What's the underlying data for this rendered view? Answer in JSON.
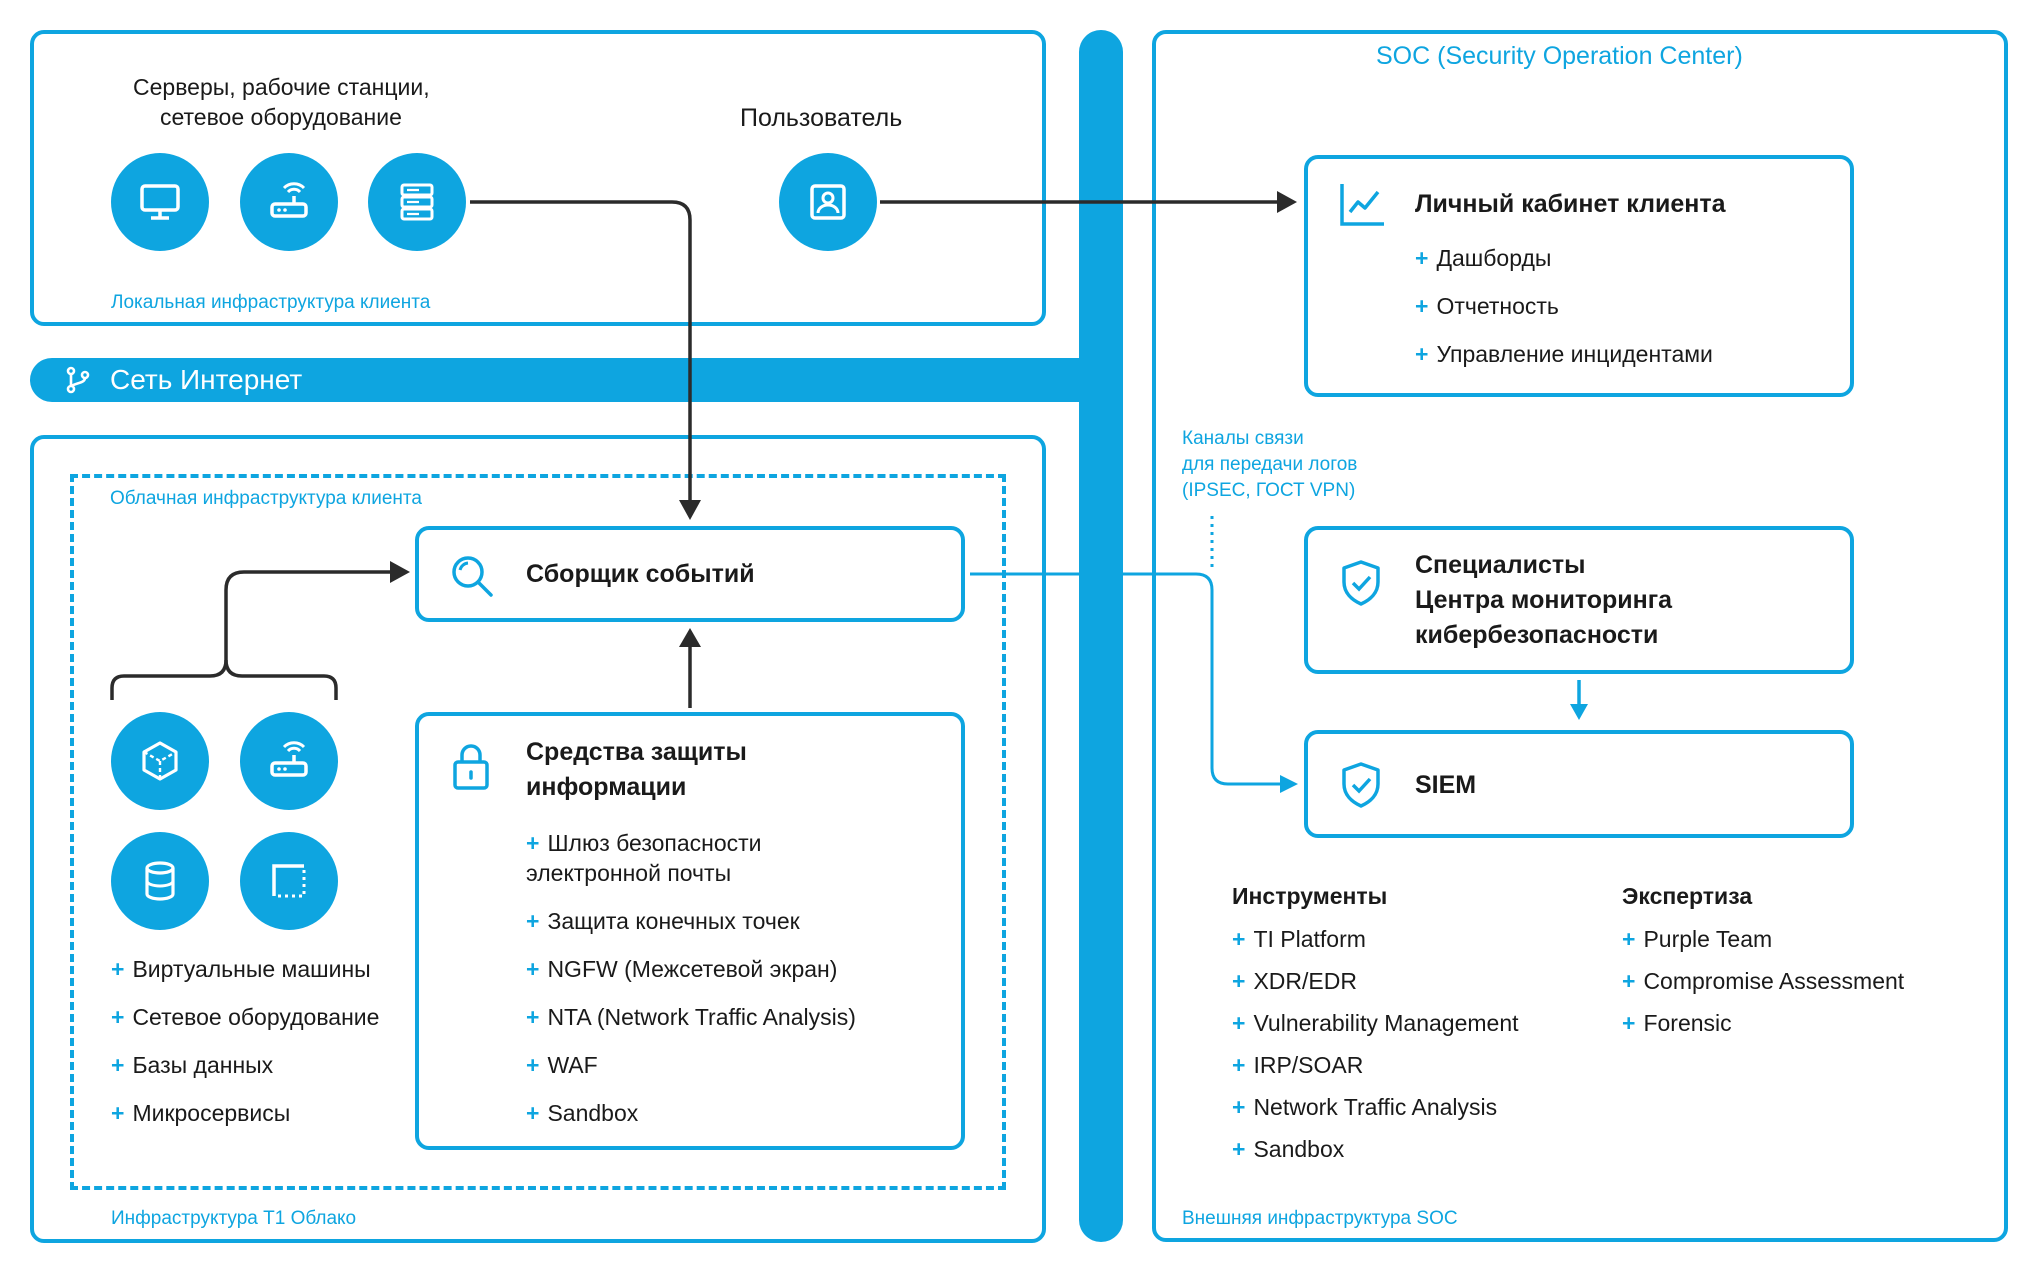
{
  "local_infra": {
    "devices_label_line1": "Серверы, рабочие станции,",
    "devices_label_line2": "сетевое оборудование",
    "user_label": "Пользователь",
    "caption": "Локальная инфраструктура клиента"
  },
  "internet": {
    "label": "Сеть Интернет"
  },
  "t1_cloud": {
    "caption": "Инфраструктура Т1 Облако",
    "client_cloud_caption": "Облачная инфраструктура клиента",
    "collector_title": "Сборщик событий",
    "security_title_line1": "Средства защиты",
    "security_title_line2": "информации",
    "security_items": [
      {
        "line1": "Шлюз безопасности",
        "line2": "электронной почты"
      },
      {
        "line1": "Защита конечных точек"
      },
      {
        "line1": "NGFW (Межсетевой экран)"
      },
      {
        "line1": "NTA (Network Traffic Analysis)"
      },
      {
        "line1": "WAF"
      },
      {
        "line1": "Sandbox"
      }
    ],
    "resource_items": [
      "Виртуальные машины",
      "Сетевое оборудование",
      "Базы данных",
      "Микросервисы"
    ]
  },
  "soc": {
    "title": "SOC (Security Operation Center)",
    "caption": "Внешняя инфраструктура SOC",
    "channels_line1": "Каналы связи",
    "channels_line2": "для передачи логов",
    "channels_line3": "(IPSEC, ГОСТ VPN)",
    "portal_title": "Личный кабинет клиента",
    "portal_items": [
      "Дашборды",
      "Отчетность",
      "Управление инцидентами"
    ],
    "specialists_line1": "Специалисты",
    "specialists_line2": "Центра мониторинга",
    "specialists_line3": "кибербезопасности",
    "siem_title": "SIEM",
    "tools_title": "Инструменты",
    "tools_items": [
      "TI Platform",
      "XDR/EDR",
      "Vulnerability Management",
      "IRP/SOAR",
      "Network Traffic Analysis",
      "Sandbox"
    ],
    "expertise_title": "Экспертиза",
    "expertise_items": [
      "Purple Team",
      "Compromise Assessment",
      "Forensic"
    ]
  },
  "colors": {
    "accent": "#0ea5e0",
    "text": "#1a1a1a",
    "arrow": "#2b2b2b"
  },
  "icons": [
    "monitor-icon",
    "router-icon",
    "server-icon",
    "user-card-icon",
    "chart-icon",
    "git-branch-icon",
    "search-icon",
    "lock-icon",
    "cube-icon",
    "database-icon",
    "frame-icon",
    "shield-check-icon"
  ]
}
